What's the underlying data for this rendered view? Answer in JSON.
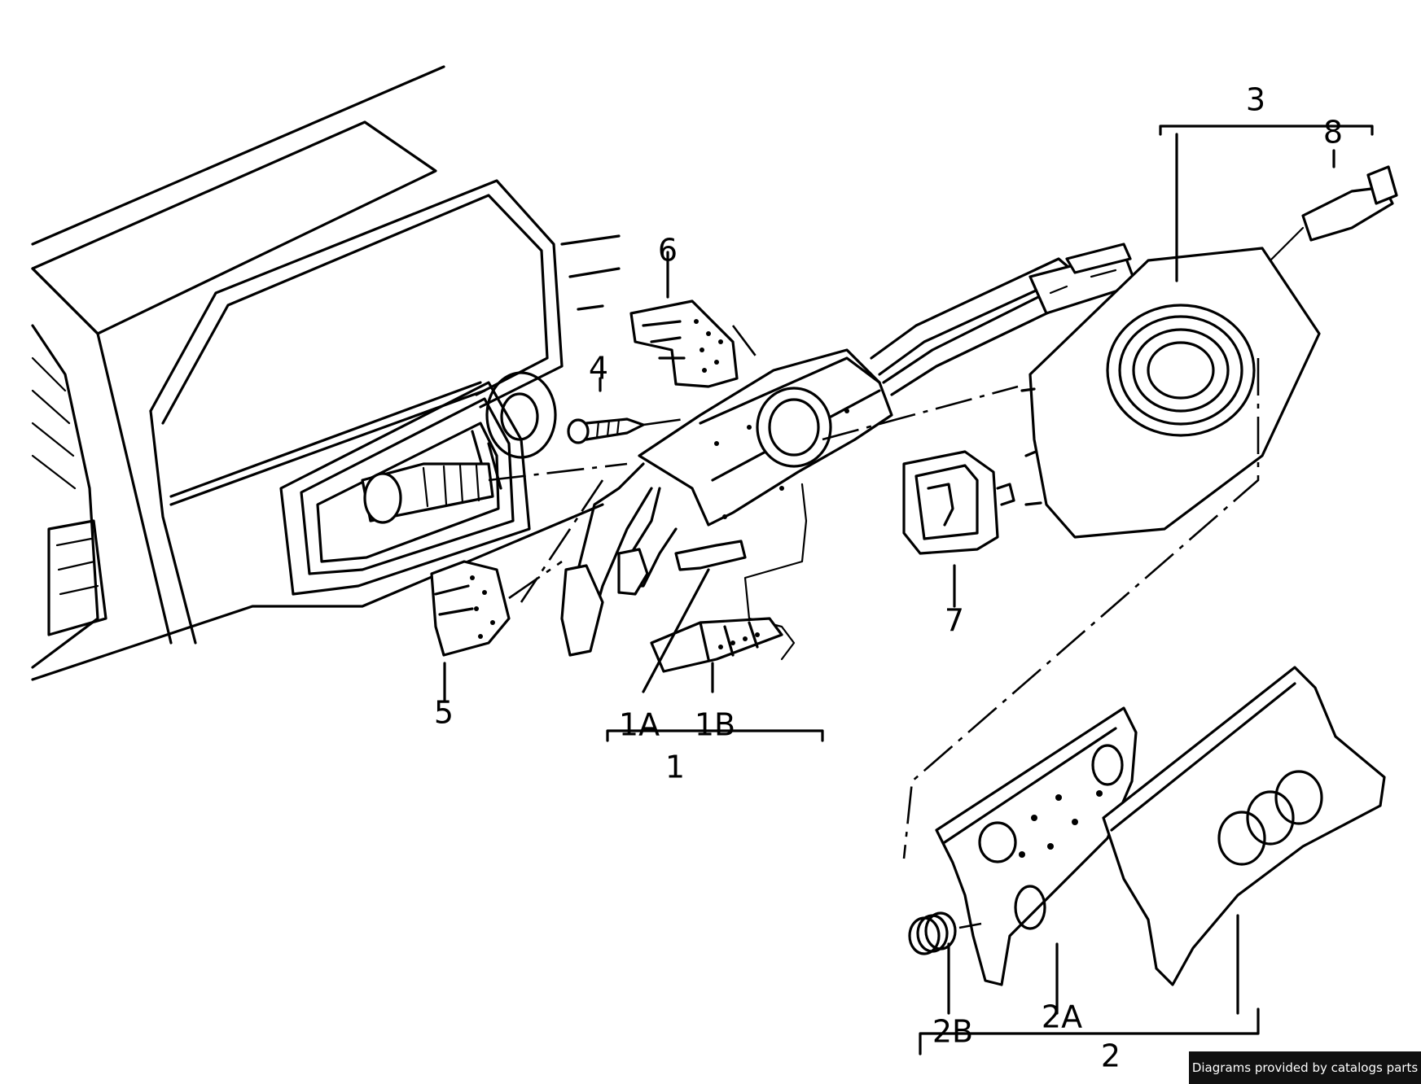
{
  "callouts": {
    "c1": "1",
    "c1A": "1A",
    "c1B": "1B",
    "c2": "2",
    "c2A": "2A",
    "c2B": "2B",
    "c3": "3",
    "c4": "4",
    "c5": "5",
    "c6": "6",
    "c7": "7",
    "c8": "8"
  },
  "credit": "Diagrams provided by catalogs parts"
}
